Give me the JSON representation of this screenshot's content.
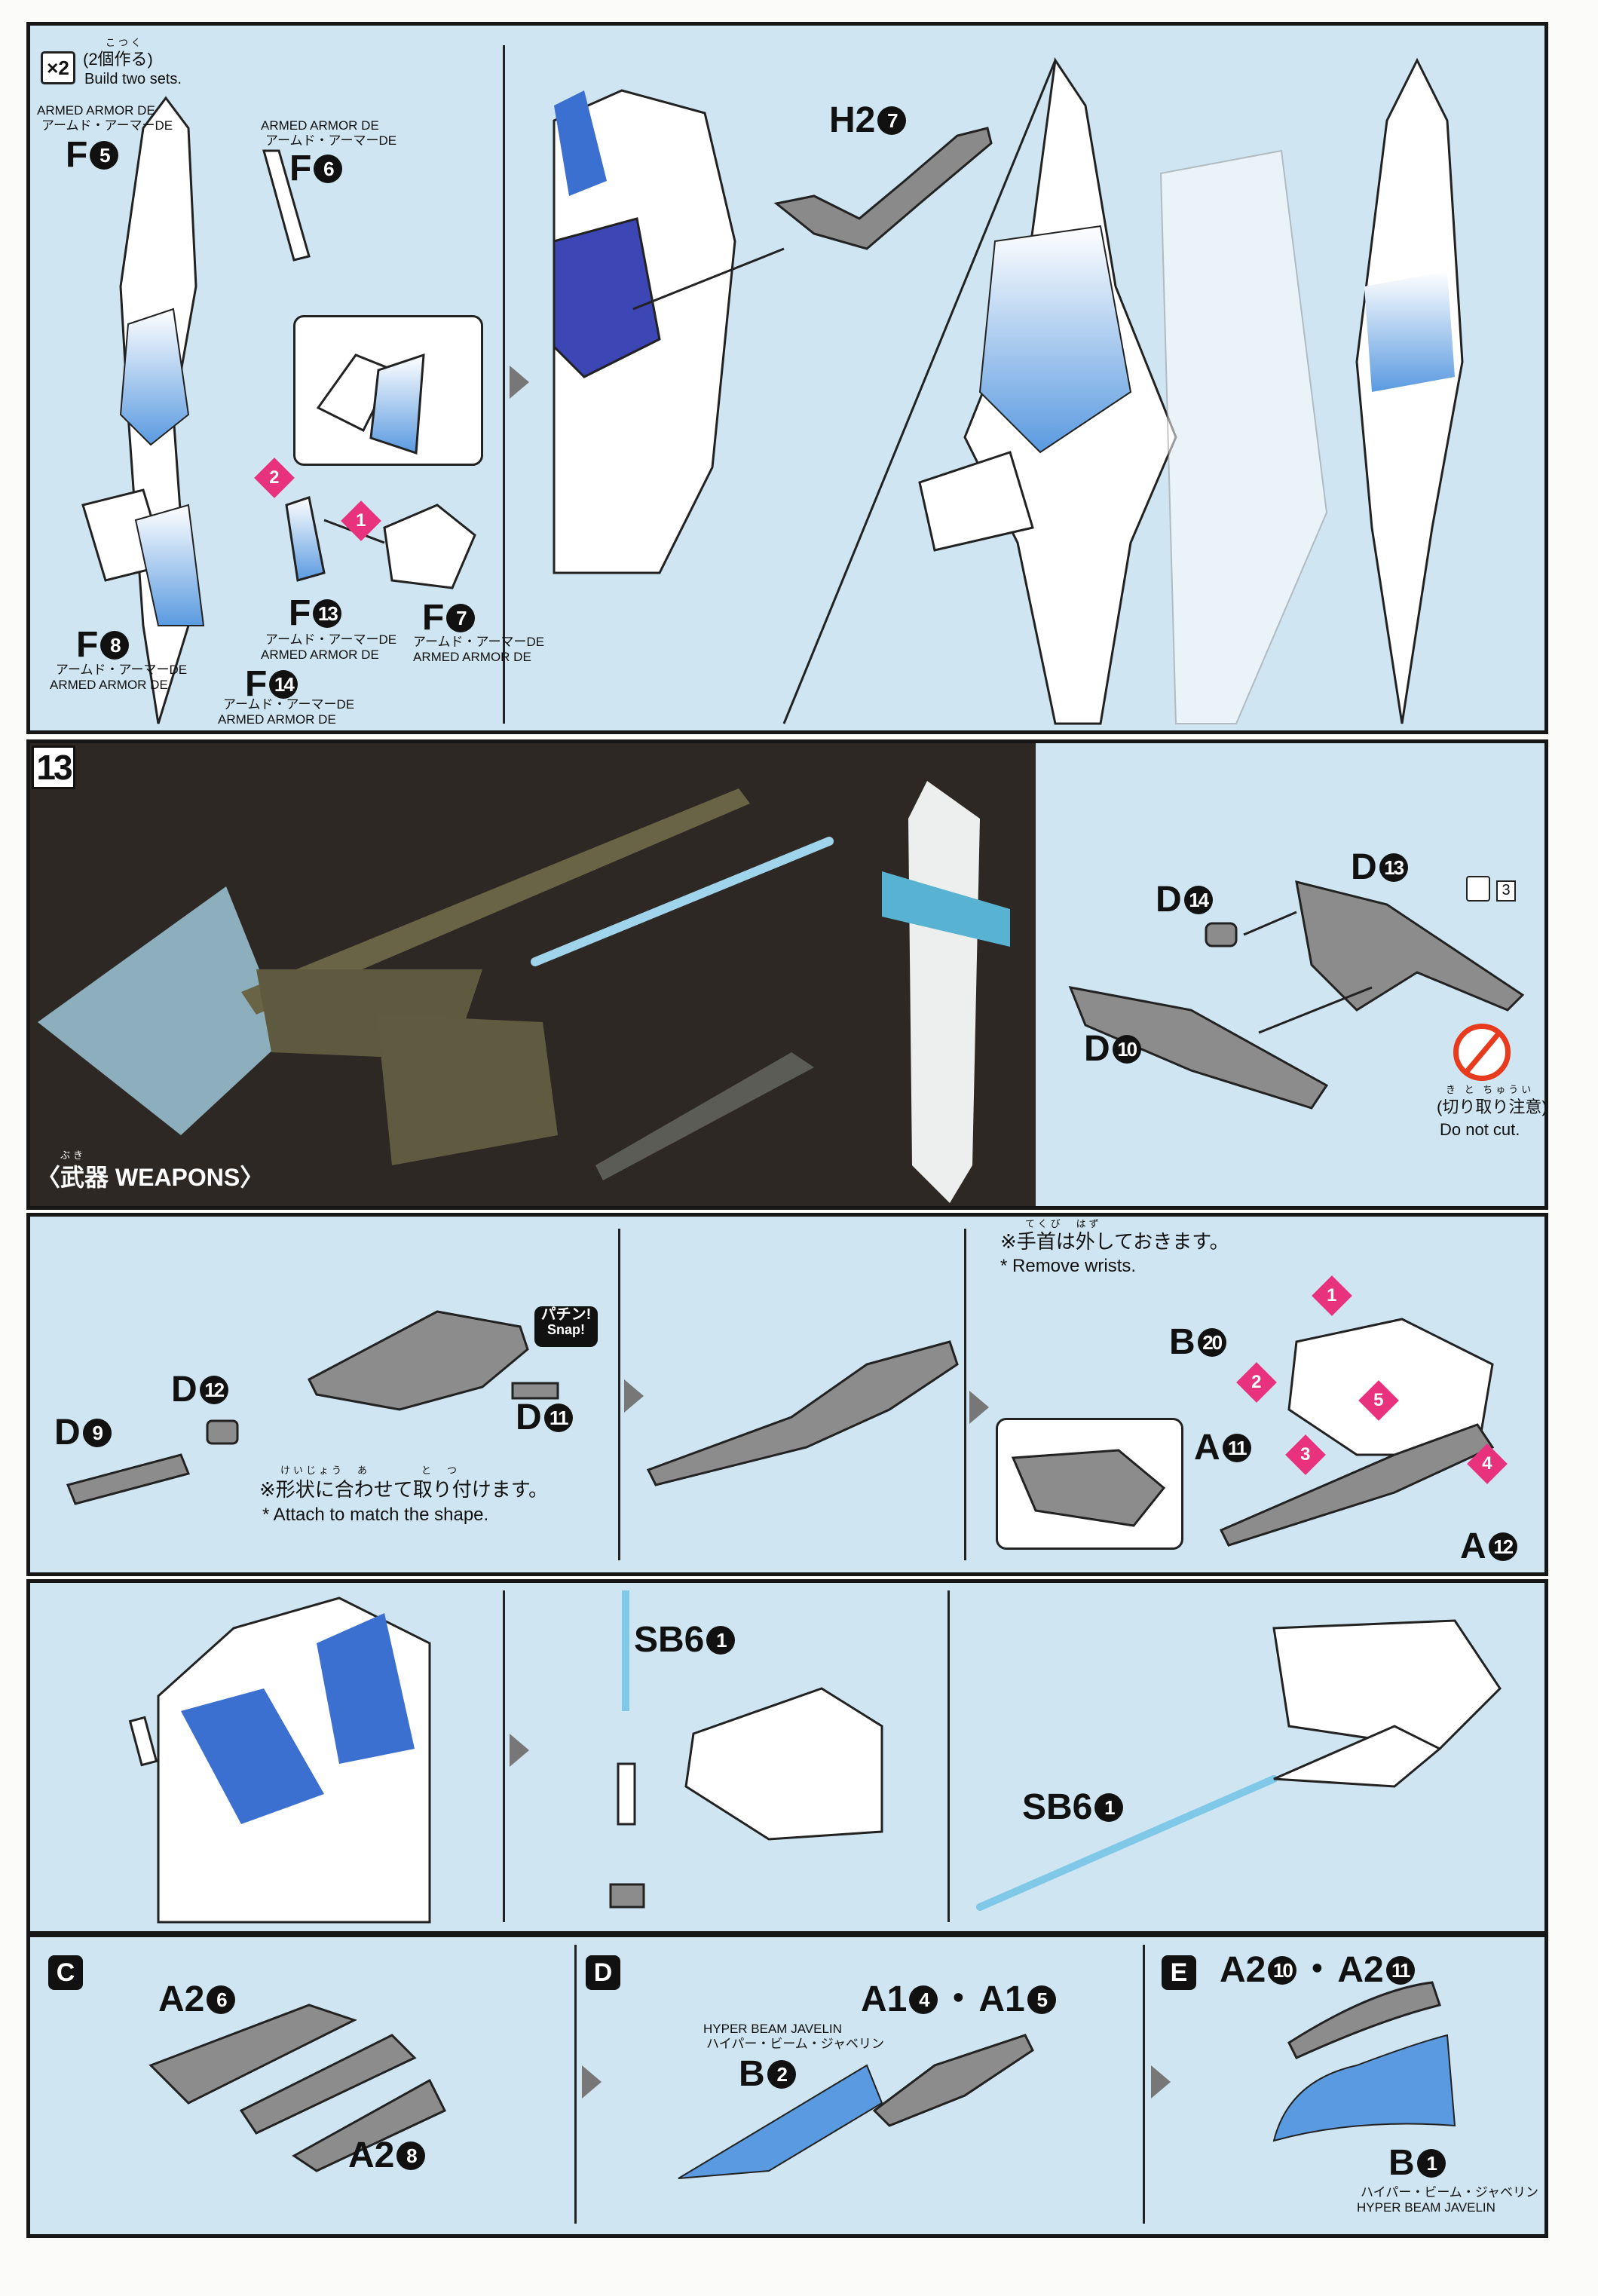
{
  "row1": {
    "multiplier": "×2",
    "ruby": "こつく",
    "build_jp": "(2個作る)",
    "build_en": "Build two sets.",
    "parts": {
      "f5": {
        "letter": "F",
        "num": "5",
        "en": "ARMED ARMOR DE",
        "jp": "アームド・アーマーDE"
      },
      "f6": {
        "letter": "F",
        "num": "6",
        "en": "ARMED ARMOR DE",
        "jp": "アームド・アーマーDE"
      },
      "f13": {
        "letter": "F",
        "num": "13",
        "en": "ARMED ARMOR DE",
        "jp": "アームド・アーマーDE"
      },
      "f7": {
        "letter": "F",
        "num": "7",
        "en": "ARMED ARMOR DE",
        "jp": "アームド・アーマーDE"
      },
      "f8": {
        "letter": "F",
        "num": "8",
        "en": "ARMED ARMOR DE",
        "jp": "アームド・アーマーDE"
      },
      "f14": {
        "letter": "F",
        "num": "14",
        "en": "ARMED ARMOR DE",
        "jp": "アームド・アーマーDE"
      },
      "h27": {
        "letter": "H2",
        "num": "7"
      }
    },
    "markers": [
      "1",
      "2"
    ]
  },
  "step13": {
    "step_number": "13",
    "ruby": "ぶき",
    "weapons_label": "〈武器 WEAPONS〉",
    "parts": {
      "d14": {
        "letter": "D",
        "num": "14"
      },
      "d13": {
        "letter": "D",
        "num": "13"
      },
      "d10": {
        "letter": "D",
        "num": "10"
      }
    },
    "sticker_number": "3",
    "no_cut_ruby": "き と ちゅうい",
    "no_cut_jp": "(切り取り注意)",
    "no_cut_en": "Do not cut."
  },
  "row3": {
    "parts": {
      "d9": {
        "letter": "D",
        "num": "9"
      },
      "d12": {
        "letter": "D",
        "num": "12"
      },
      "d11": {
        "letter": "D",
        "num": "11"
      },
      "b20": {
        "letter": "B",
        "num": "20"
      },
      "a11": {
        "letter": "A",
        "num": "11"
      },
      "a12": {
        "letter": "A",
        "num": "12"
      }
    },
    "snap_jp": "パチン!",
    "snap_en": "Snap!",
    "attach_ruby": "けいじょう　あ　　　　と　つ",
    "attach_jp": "※形状に合わせて取り付けます。",
    "attach_en": "* Attach to match the shape.",
    "wrists_ruby": "てくび　はず",
    "wrists_jp": "※手首は外しておきます。",
    "wrists_en": "* Remove wrists.",
    "markers": [
      "1",
      "2",
      "3",
      "4",
      "5"
    ]
  },
  "row4": {
    "sb61_a": {
      "letter": "SB6",
      "num": "1"
    },
    "sb61_b": {
      "letter": "SB6",
      "num": "1"
    }
  },
  "row5": {
    "c": {
      "step": "C",
      "a26": {
        "letter": "A2",
        "num": "6"
      },
      "a28": {
        "letter": "A2",
        "num": "8"
      }
    },
    "d": {
      "step": "D",
      "caption_en": "HYPER BEAM JAVELIN",
      "caption_jp": "ハイパー・ビーム・ジャベリン",
      "b2": {
        "letter": "B",
        "num": "2"
      },
      "a14": {
        "letter": "A1",
        "num": "4"
      },
      "sep": "・",
      "a15": {
        "letter": "A1",
        "num": "5"
      }
    },
    "e": {
      "step": "E",
      "a210": {
        "letter": "A2",
        "num": "10"
      },
      "sep": "・",
      "a211": {
        "letter": "A2",
        "num": "11"
      },
      "b1": {
        "letter": "B",
        "num": "1"
      },
      "caption_jp": "ハイパー・ビーム・ジャベリン",
      "caption_en": "HYPER BEAM JAVELIN"
    }
  },
  "colors": {
    "panel": "#cfe5f1",
    "photo": "#2e2824",
    "accent_blue": "#3b6fd0",
    "marker_pink": "#e8327e"
  }
}
